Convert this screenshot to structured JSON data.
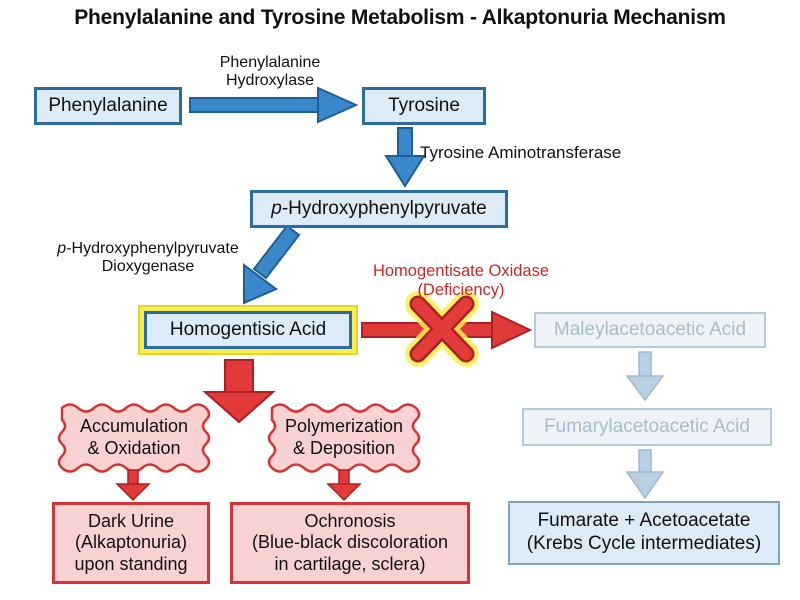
{
  "title": "Phenylalanine and Tyrosine Metabolism - Alkaptonuria Mechanism",
  "nodes": {
    "phenylalanine": "Phenylalanine",
    "tyrosine": "Tyrosine",
    "hpp_prefix": "p",
    "hpp_rest": "-Hydroxyphenylpyruvate",
    "homogentisic_acid": "Homogentisic Acid",
    "maleylacetoacetic_acid": "Maleylacetoacetic Acid",
    "fumarylacetoacetic_acid": "Fumarylacetoacetic Acid",
    "final_line1": "Fumarate + Acetoacetate",
    "final_line2": "(Krebs Cycle intermediates)"
  },
  "enzymes": {
    "pah_line1": "Phenylalanine",
    "pah_line2": "Hydroxylase",
    "tat": "Tyrosine Aminotransferase",
    "hppd_prefix": "p",
    "hppd_line1_rest": "-Hydroxyphenylpyruvate",
    "hppd_line2": "Dioxygenase",
    "hgo_line1": "Homogentisate Oxidase",
    "hgo_line2": "(Deficiency)"
  },
  "effects": {
    "accumulation_line1": "Accumulation",
    "accumulation_line2": "& Oxidation",
    "polymerization_line1": "Polymerization",
    "polymerization_line2": "& Deposition"
  },
  "outcomes": {
    "dark_urine_line1": "Dark Urine",
    "dark_urine_line2": "(Alkaptonuria)",
    "dark_urine_line3": "upon standing",
    "ochronosis_line1": "Ochronosis",
    "ochronosis_line2": "(Blue-black discoloration",
    "ochronosis_line3": "in cartilage, sclera)"
  },
  "colors": {
    "pathway_blue": "#2b6da3",
    "arrow_blue": "#3a87c9",
    "deficiency_red": "#d63434",
    "highlight_yellow": "#f7ef52",
    "faded_blue": "#b4cadd"
  }
}
